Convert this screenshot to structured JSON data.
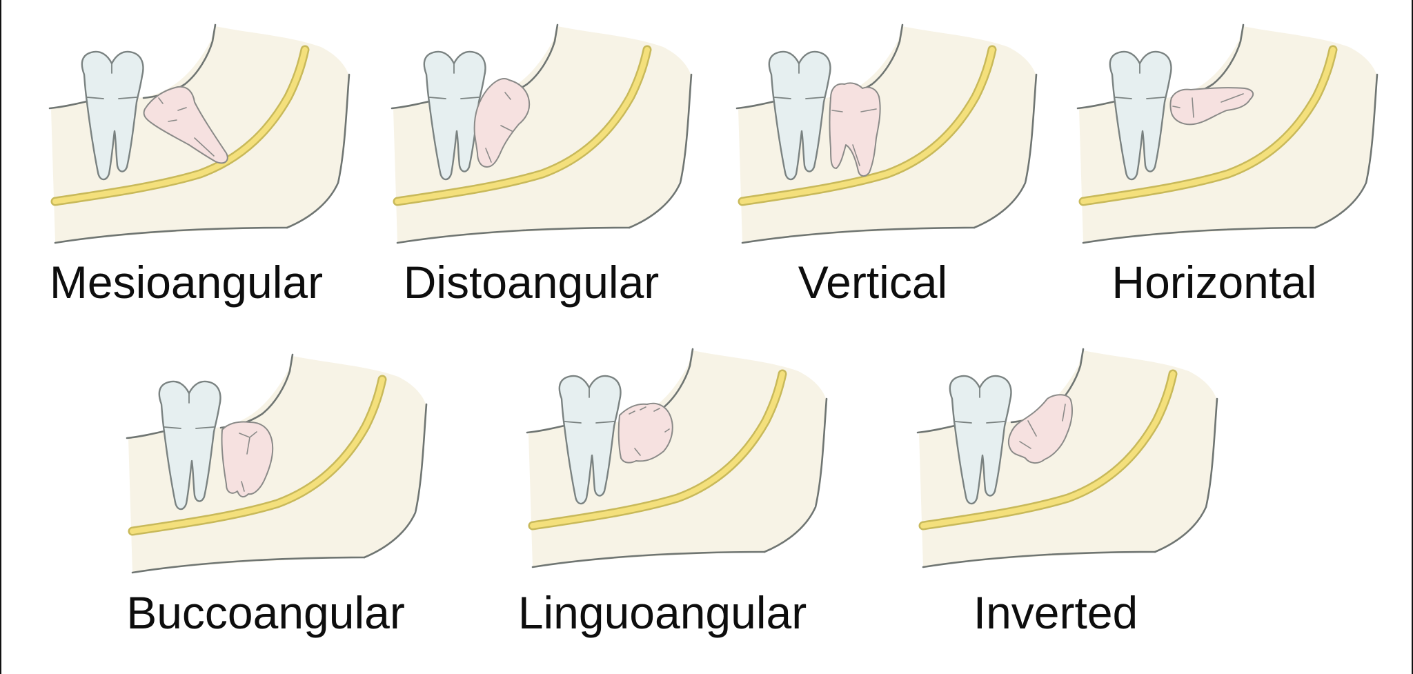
{
  "figure": {
    "subject": "Classification of impacted mandibular third molars (wisdom teeth)",
    "colors": {
      "bone": "#f7f3e6",
      "nerve": "#f4e07c",
      "second_molar": "#e6eff0",
      "impacted_tooth": "#f6e1e0",
      "outline": "#6f7572",
      "label_text": "#0d0d0d",
      "background": "#ffffff"
    },
    "rows": [
      {
        "panels": [
          {
            "id": "mesioangular",
            "label": "Mesioangular",
            "tooth_orientation": "mesioangular"
          },
          {
            "id": "distoangular",
            "label": "Distoangular",
            "tooth_orientation": "distoangular"
          },
          {
            "id": "vertical",
            "label": "Vertical",
            "tooth_orientation": "vertical"
          },
          {
            "id": "horizontal",
            "label": "Horizontal",
            "tooth_orientation": "horizontal"
          }
        ]
      },
      {
        "panels": [
          {
            "id": "buccoangular",
            "label": "Buccoangular",
            "tooth_orientation": "buccoangular"
          },
          {
            "id": "linguoangular",
            "label": "Linguoangular",
            "tooth_orientation": "linguoangular"
          },
          {
            "id": "inverted",
            "label": "Inverted",
            "tooth_orientation": "inverted"
          }
        ]
      }
    ]
  }
}
